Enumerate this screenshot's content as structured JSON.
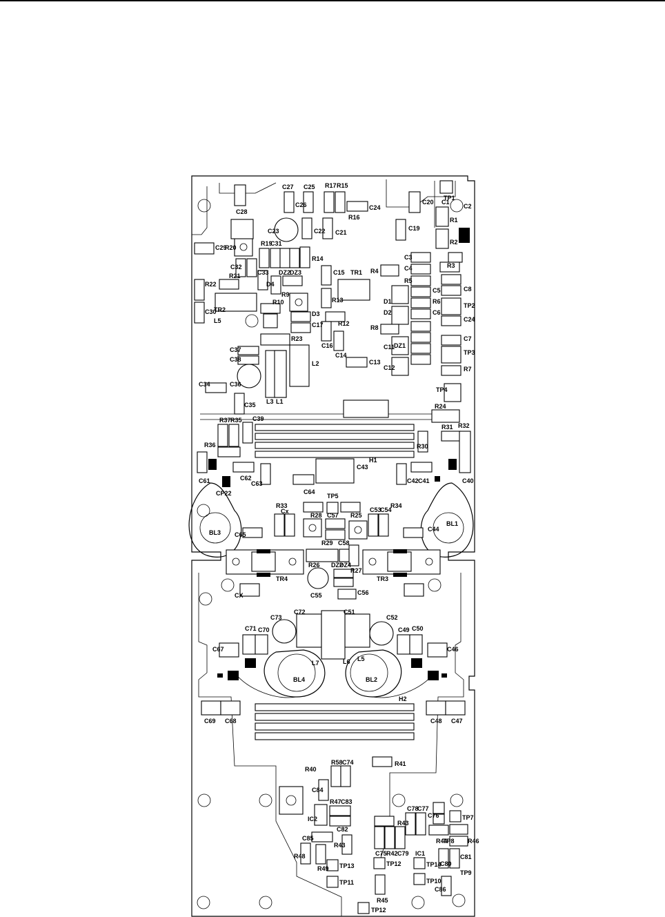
{
  "diagram": {
    "type": "pcb-component-layout",
    "labels": [
      "C27",
      "C25",
      "R17",
      "R15",
      "TP1",
      "C28",
      "C26",
      "C24",
      "C20",
      "C1",
      "R16",
      "C21",
      "C22",
      "C23",
      "C19",
      "R1",
      "C29",
      "R20",
      "R19",
      "C31",
      "R2",
      "C32",
      "R14",
      "C3",
      "R3",
      "C33",
      "R21",
      "DZ2",
      "DZ3",
      "C15",
      "R4",
      "C4",
      "R22",
      "C30",
      "C2",
      "D4",
      "TR1",
      "R5",
      "R9",
      "R10",
      "C8",
      "C5",
      "TP2",
      "R13",
      "D1",
      "D2",
      "R6",
      "C6",
      "C34",
      "C24",
      "TR2",
      "L5",
      "D3",
      "C17",
      "R12",
      "R8",
      "C7",
      "C16",
      "R23",
      "C37",
      "C38",
      "C14",
      "C13",
      "C11",
      "DZ1",
      "C12",
      "R7",
      "TP3",
      "L2",
      "C36",
      "C35",
      "L3",
      "L1",
      "TP4",
      "R24",
      "R37",
      "R35",
      "C39",
      "R31",
      "R32",
      "R30",
      "R36",
      "H1",
      "C61",
      "C62",
      "C63",
      "C43",
      "C42",
      "C41",
      "C40",
      "CP22",
      "C64",
      "TP5",
      "R33",
      "C65",
      "Cx",
      "R28",
      "C57",
      "R25",
      "C53",
      "C54",
      "R34",
      "BL3",
      "BL1",
      "C44",
      "R29",
      "C58",
      "R26",
      "DZ2",
      "DZ4",
      "R27",
      "TR4",
      "TR3",
      "C55",
      "CX",
      "C56",
      "C51",
      "C73",
      "C72",
      "C52",
      "C71",
      "C70",
      "C49",
      "C50",
      "C67",
      "C46",
      "L7",
      "L6",
      "L5",
      "BL4",
      "BL2",
      "C69",
      "C68",
      "C48",
      "C47",
      "H2",
      "R40",
      "R58",
      "C74",
      "R41",
      "C84",
      "R47",
      "C83",
      "IC2",
      "C78",
      "C77",
      "C76",
      "C85",
      "R43",
      "C82",
      "R43",
      "R44",
      "TP7",
      "R48",
      "R46",
      "C75",
      "R42",
      "C79",
      "TP8",
      "R49",
      "TP13",
      "TP12",
      "IC1",
      "TP14",
      "C80",
      "C81",
      "TP9",
      "TP11",
      "TP10",
      "R45",
      "C86",
      "TP12"
    ]
  }
}
